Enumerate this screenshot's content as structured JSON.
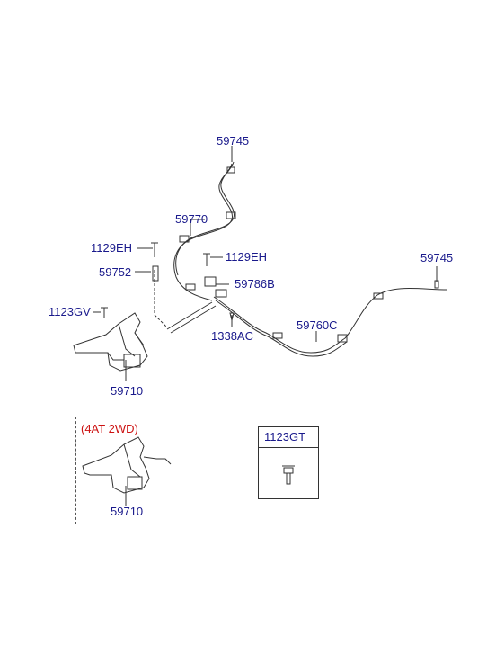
{
  "labels": {
    "p59745_top": "59745",
    "p59770": "59770",
    "p1129eh_left": "1129EH",
    "p1129eh_mid": "1129EH",
    "p59752": "59752",
    "p59786b": "59786B",
    "p59745_right": "59745",
    "p1123gv": "1123GV",
    "p59760c": "59760C",
    "p1338ac": "1338AC",
    "p59710_main": "59710",
    "variant_note": "(4AT 2WD)",
    "p59710_variant": "59710",
    "p1123gt": "1123GT"
  },
  "colors": {
    "label_text": "#1a1a8c",
    "variant_text": "#cc1111",
    "line": "#333333"
  }
}
